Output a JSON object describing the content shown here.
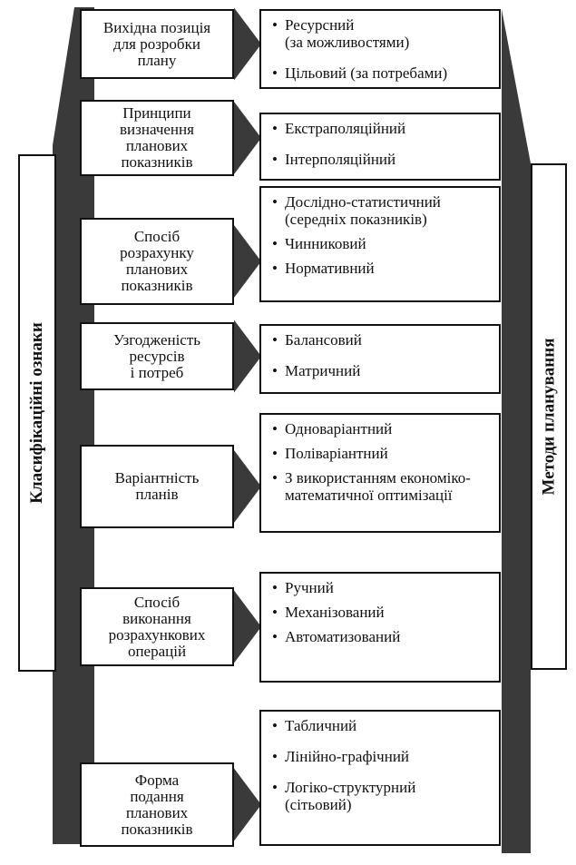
{
  "left_label": "Класифікаційні ознаки",
  "right_label": "Методи планування",
  "rows": [
    {
      "criterion": "Вихідна позиція\nдля розробки\nплану",
      "methods": [
        {
          "bullet": "•",
          "text": "Ресурсний\n(за можливостями)"
        },
        {
          "bullet": "•",
          "text": "Цільовий (за потребами)"
        }
      ]
    },
    {
      "criterion": "Принципи\nвизначення\nпланових\nпоказників",
      "methods": [
        {
          "bullet": "•",
          "text": "Екстраполяційний"
        },
        {
          "bullet": "•",
          "text": "Інтерполяційний"
        }
      ]
    },
    {
      "criterion": "Спосіб\nрозрахунку\nпланових\nпоказників",
      "methods": [
        {
          "bullet": "•",
          "text": "Дослідно-статистичний\n(середніх показників)"
        },
        {
          "bullet": "•",
          "text": "Чинниковий"
        },
        {
          "bullet": "•",
          "text": "Нормативний"
        }
      ]
    },
    {
      "criterion": "Узгодженість\nресурсів\nі потреб",
      "methods": [
        {
          "bullet": "•",
          "text": "Балансовий"
        },
        {
          "bullet": "•",
          "text": "Матричний"
        }
      ]
    },
    {
      "criterion": "Варіантність\nпланів",
      "methods": [
        {
          "bullet": "•",
          "text": "Одноваріантний"
        },
        {
          "bullet": "•",
          "text": "Поліваріантний"
        },
        {
          "bullet": "•",
          "text": "З використанням економіко-\nматематичної оптимізації"
        }
      ]
    },
    {
      "criterion": "Спосіб\nвиконання\nрозрахункових\nоперацій",
      "methods": [
        {
          "bullet": "•",
          "text": "Ручний"
        },
        {
          "bullet": "•",
          "text": "Механізований"
        },
        {
          "bullet": "•",
          "text": "Автоматизований"
        }
      ]
    },
    {
      "criterion": "Форма\nподання\nпланових\nпоказників",
      "methods": [
        {
          "bullet": "•",
          "text": "Табличний"
        },
        {
          "bullet": "•",
          "text": "Лінійно-графічний"
        },
        {
          "bullet": "•",
          "text": "Логіко-структурний\n(сітьовий)"
        }
      ]
    }
  ]
}
